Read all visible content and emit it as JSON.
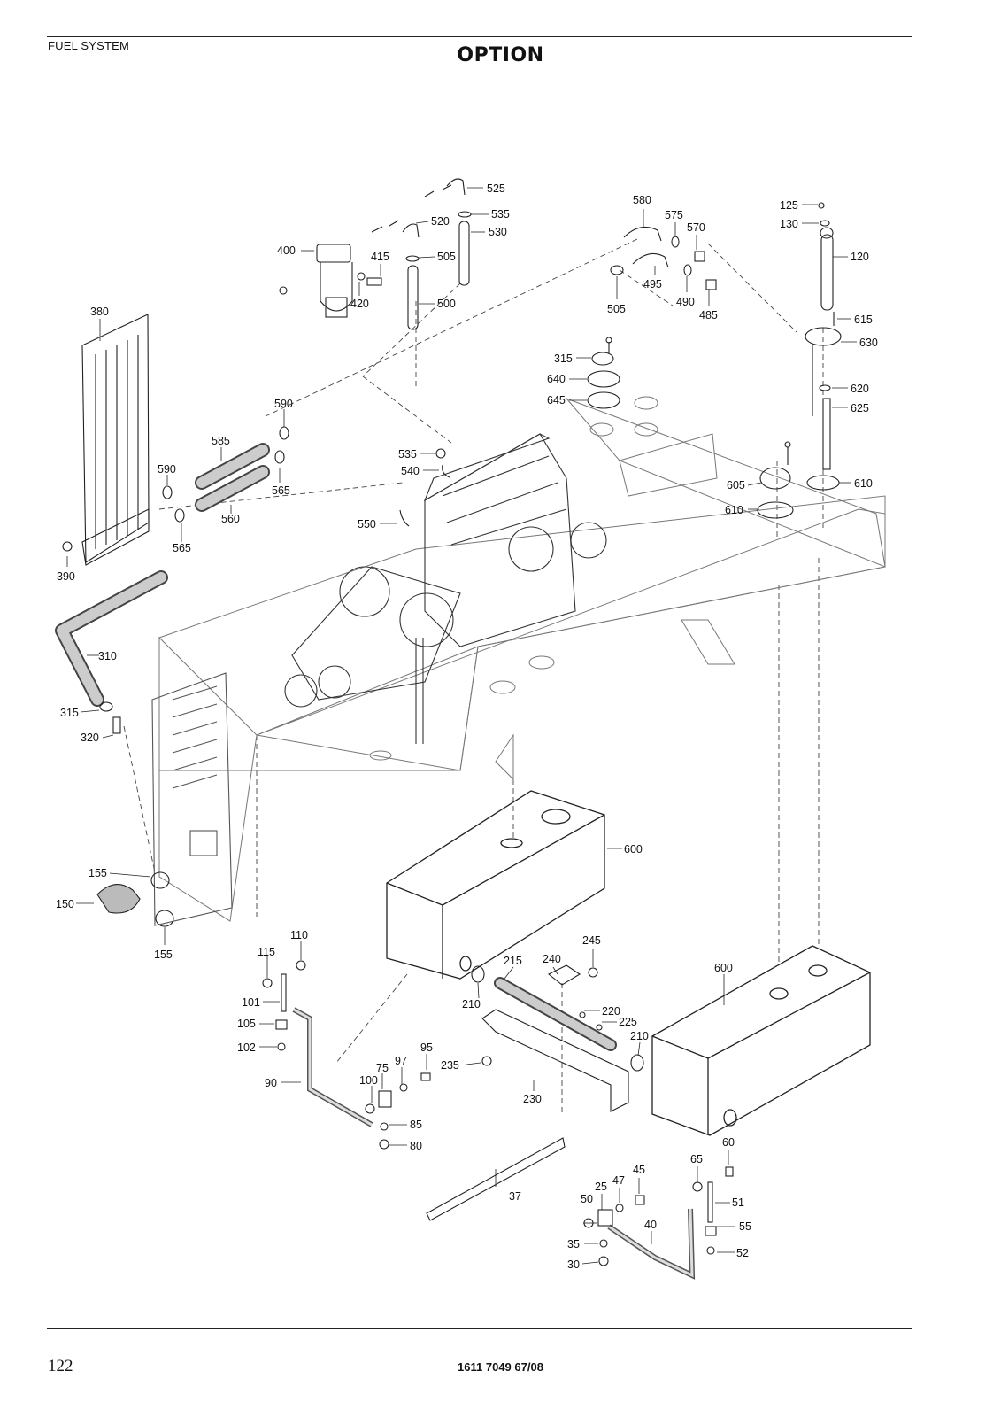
{
  "header": {
    "section_title": "FUEL SYSTEM",
    "heading": "OPTION"
  },
  "footer": {
    "page_number": "122",
    "document_number": "1611 7049 67/08"
  },
  "diagram": {
    "part_numbers": [
      "525",
      "535",
      "530",
      "520",
      "505",
      "500",
      "400",
      "415",
      "420",
      "580",
      "575",
      "570",
      "495",
      "490",
      "485",
      "505",
      "125",
      "130",
      "120",
      "615",
      "630",
      "620",
      "625",
      "610",
      "610",
      "605",
      "315",
      "640",
      "645",
      "535",
      "540",
      "550",
      "380",
      "390",
      "590",
      "585",
      "590",
      "560",
      "565",
      "565",
      "310",
      "315",
      "320",
      "155",
      "150",
      "155",
      "600",
      "600",
      "110",
      "115",
      "101",
      "105",
      "102",
      "90",
      "100",
      "75",
      "97",
      "95",
      "85",
      "80",
      "245",
      "240",
      "215",
      "210",
      "220",
      "225",
      "210",
      "235",
      "230",
      "37",
      "60",
      "65",
      "45",
      "47",
      "25",
      "50",
      "51",
      "55",
      "40",
      "35",
      "30",
      "52"
    ]
  }
}
